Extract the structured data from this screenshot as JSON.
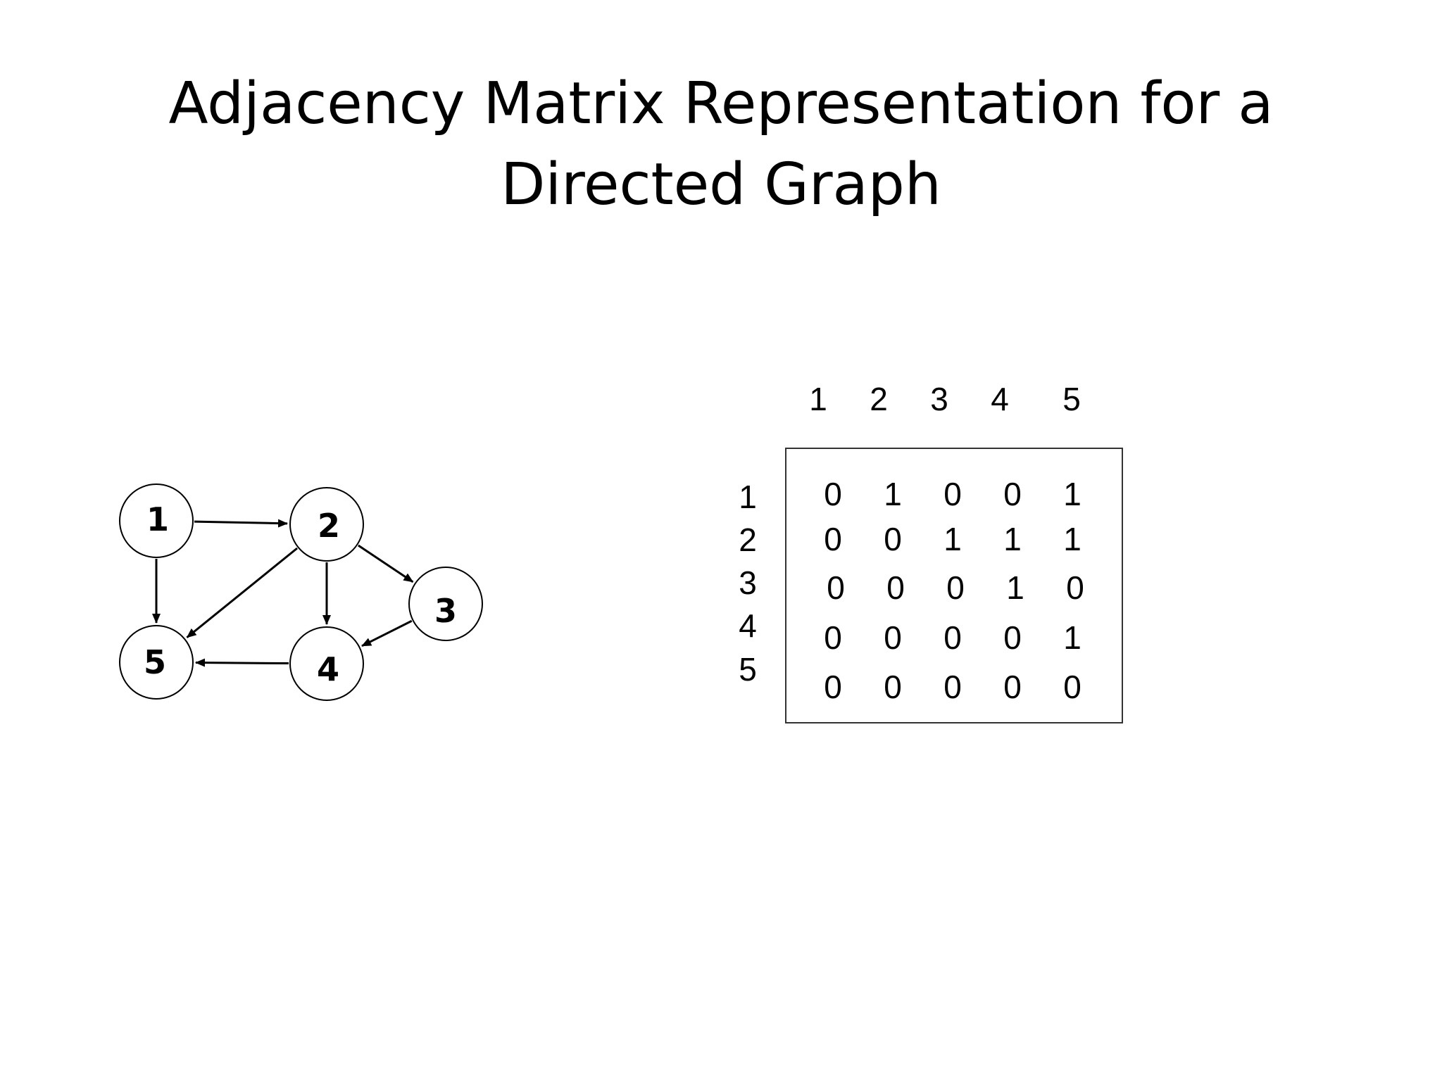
{
  "title": {
    "line1": "Adjacency Matrix Representation for a",
    "line2": "Directed Graph"
  },
  "graph": {
    "nodes": [
      {
        "id": "1",
        "label": "1"
      },
      {
        "id": "2",
        "label": "2"
      },
      {
        "id": "3",
        "label": "3"
      },
      {
        "id": "4",
        "label": "4"
      },
      {
        "id": "5",
        "label": "5"
      }
    ],
    "edges": [
      {
        "from": "1",
        "to": "2"
      },
      {
        "from": "1",
        "to": "5"
      },
      {
        "from": "2",
        "to": "3"
      },
      {
        "from": "2",
        "to": "4"
      },
      {
        "from": "2",
        "to": "5"
      },
      {
        "from": "3",
        "to": "4"
      },
      {
        "from": "4",
        "to": "5"
      }
    ]
  },
  "matrix": {
    "column_headers": [
      "1",
      "2",
      "3",
      "4",
      "5"
    ],
    "row_headers": [
      "1",
      "2",
      "3",
      "4",
      "5"
    ],
    "rows": [
      [
        "0",
        "1",
        "0",
        "0",
        "1"
      ],
      [
        "0",
        "0",
        "1",
        "1",
        "1"
      ],
      [
        "0",
        "0",
        "0",
        "1",
        "0"
      ],
      [
        "0",
        "0",
        "0",
        "0",
        "1"
      ],
      [
        "0",
        "0",
        "0",
        "0",
        "0"
      ]
    ]
  }
}
